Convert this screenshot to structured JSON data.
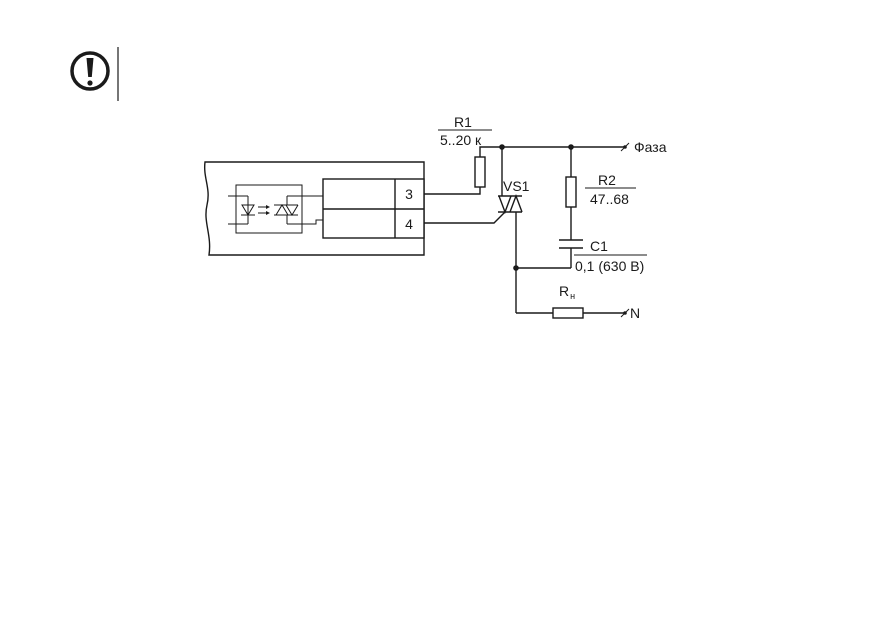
{
  "warning": {
    "icon": "exclamation-warning-icon"
  },
  "components": {
    "r1": {
      "name": "R1",
      "value": "5..20 к"
    },
    "r2": {
      "name": "R2",
      "value": "47..68"
    },
    "c1": {
      "name": "C1",
      "value": "0,1 (630 В)"
    },
    "vs1": {
      "name": "VS1"
    },
    "rload": {
      "name": "R",
      "subscript": "н"
    }
  },
  "terminals": {
    "t3": "3",
    "t4": "4"
  },
  "lines": {
    "phase": "Фаза",
    "neutral": "N"
  },
  "colors": {
    "ink": "#1a1a1a",
    "background": "#ffffff"
  }
}
